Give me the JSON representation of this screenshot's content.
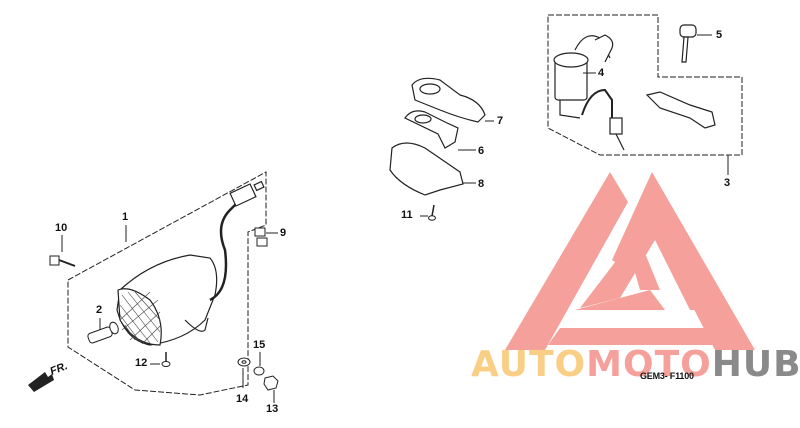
{
  "diagram": {
    "type": "exploded-parts-diagram",
    "figure_code": "GEM3- F1100",
    "direction_marker": "FR.",
    "callouts": [
      {
        "id": "1",
        "label": "1"
      },
      {
        "id": "2",
        "label": "2"
      },
      {
        "id": "3",
        "label": "3"
      },
      {
        "id": "4",
        "label": "4"
      },
      {
        "id": "5",
        "label": "5"
      },
      {
        "id": "6",
        "label": "6"
      },
      {
        "id": "7",
        "label": "7"
      },
      {
        "id": "8",
        "label": "8"
      },
      {
        "id": "9",
        "label": "9"
      },
      {
        "id": "10",
        "label": "10"
      },
      {
        "id": "11",
        "label": "11"
      },
      {
        "id": "12",
        "label": "12"
      },
      {
        "id": "13",
        "label": "13"
      },
      {
        "id": "14",
        "label": "14"
      },
      {
        "id": "15",
        "label": "15"
      }
    ]
  },
  "watermark": {
    "part1": "AUTO",
    "part2": "MOTO",
    "part3": "HUB",
    "colors": {
      "auto": "#f9cf86",
      "moto": "#f5a09a",
      "hub": "#8a8a8a",
      "logo": "#f5a09a"
    }
  }
}
